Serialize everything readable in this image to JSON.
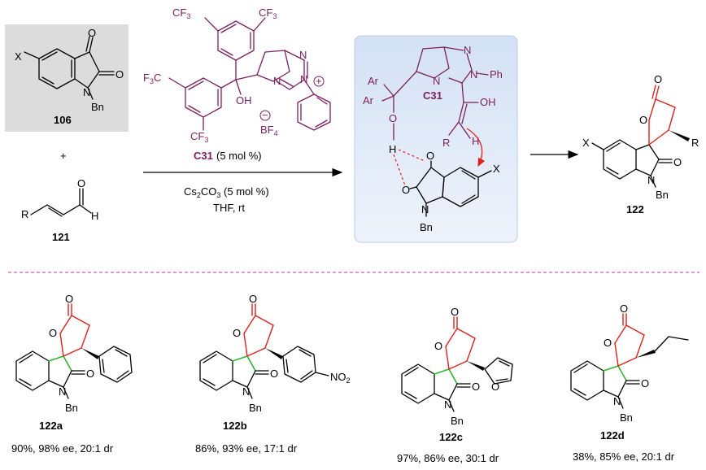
{
  "scheme": {
    "reactant1": {
      "label": "106",
      "substituent": "X",
      "n_group": "Bn",
      "carbonyl1": "O",
      "carbonyl2": "O",
      "nitrogen": "N"
    },
    "reactant2": {
      "label": "121",
      "substituent": "R",
      "aldehyde_o": "O",
      "aldehyde_h": "H"
    },
    "plus_sign": "+",
    "catalyst": {
      "name": "C31",
      "loading": "(5 mol %)",
      "cf3": "CF3",
      "f3c": "F3C",
      "oh": "OH",
      "n": "N",
      "anion": "BF4",
      "plus": "+",
      "minus": "−"
    },
    "conditions": {
      "base": "Cs2CO3 (5 mol %)",
      "base_main": "Cs",
      "base_sub1": "2",
      "base_mid": "CO",
      "base_sub2": "3",
      "base_tail": " (5 mol %)",
      "solvent": "THF, rt"
    },
    "intermediate": {
      "name": "C31",
      "ar1": "Ar",
      "ar2": "Ar",
      "o": "O",
      "h": "H",
      "n": "N",
      "ph": "Ph",
      "oh": "OH",
      "r": "R",
      "h2": "H",
      "bn": "Bn",
      "x": "X"
    },
    "product": {
      "label": "122",
      "x": "X",
      "r": "R",
      "n": "N",
      "bn": "Bn",
      "o": "O"
    }
  },
  "examples": [
    {
      "label": "122a",
      "result": "90%, 98% ee, 20:1 dr",
      "group": "phenyl"
    },
    {
      "label": "122b",
      "result": "86%, 93% ee, 17:1 dr",
      "group": "NO2"
    },
    {
      "label": "122c",
      "result": "97%, 86% ee, 30:1 dr",
      "group": "furyl"
    },
    {
      "label": "122d",
      "result": "38%, 85% ee, 20:1 dr",
      "group": "propyl"
    }
  ],
  "colors": {
    "catalyst": "#7a1f5c",
    "lactone": "#e0201c",
    "spiro": "#2db52d",
    "divider": "#c0369a",
    "box_fill": "#dfe8f6",
    "box_grey": "#dcdcdc"
  }
}
